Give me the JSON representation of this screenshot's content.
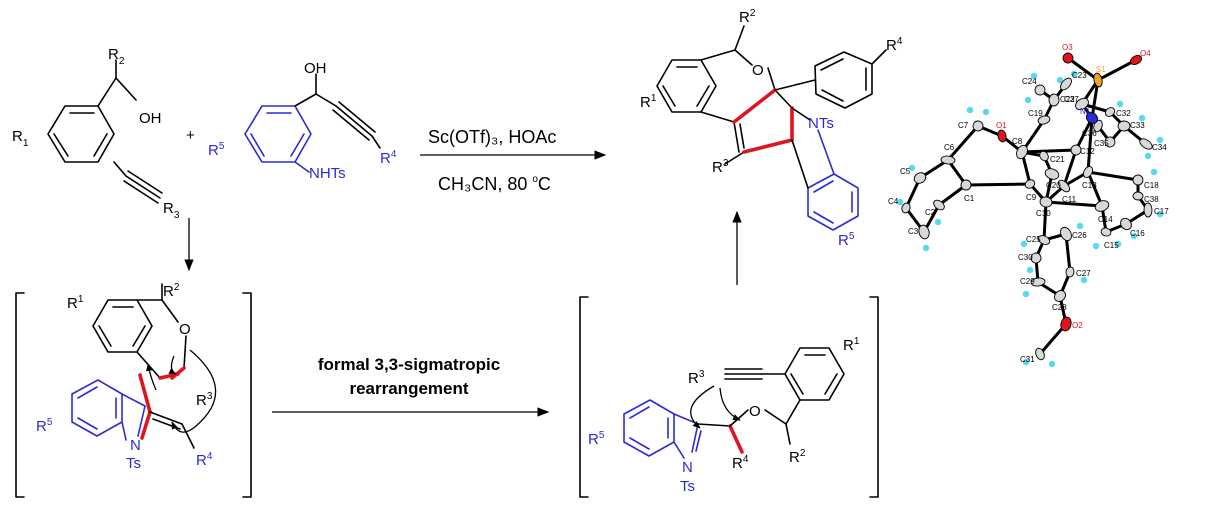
{
  "reagents": {
    "line1": "Sc(OTf)₃, HOAc",
    "line2_prefix": "CH₃CN, 80 ",
    "line2_deg": "o",
    "line2_unit": "C"
  },
  "plus_sign": "+",
  "rearrangement": {
    "line1": "formal 3,3-sigmatropic",
    "line2": "rearrangement"
  },
  "labels": {
    "R": "R",
    "R1_sub": "1",
    "R2_sub": "2",
    "R3_sub": "3",
    "sup1": "1",
    "sup2": "2",
    "sup3": "3",
    "sup4": "4",
    "sup5": "5",
    "OH": "OH",
    "O": "O",
    "NHTs": "NHTs",
    "NTs": "NTs",
    "N": "N",
    "Ts": "Ts"
  },
  "crystal_atoms": [
    {
      "label": "C1"
    },
    {
      "label": "C2"
    },
    {
      "label": "C3"
    },
    {
      "label": "C4"
    },
    {
      "label": "C5"
    },
    {
      "label": "C6"
    },
    {
      "label": "C7"
    },
    {
      "label": "O1"
    },
    {
      "label": "C8"
    },
    {
      "label": "C9"
    },
    {
      "label": "C10"
    },
    {
      "label": "C11"
    },
    {
      "label": "C12"
    },
    {
      "label": "C13"
    },
    {
      "label": "C14"
    },
    {
      "label": "C15"
    },
    {
      "label": "C16"
    },
    {
      "label": "C17"
    },
    {
      "label": "C18"
    },
    {
      "label": "C19"
    },
    {
      "label": "C20"
    },
    {
      "label": "C21"
    },
    {
      "label": "C22"
    },
    {
      "label": "C23"
    },
    {
      "label": "C24"
    },
    {
      "label": "C25"
    },
    {
      "label": "C26"
    },
    {
      "label": "C27"
    },
    {
      "label": "C28"
    },
    {
      "label": "C29"
    },
    {
      "label": "C30"
    },
    {
      "label": "C31"
    },
    {
      "label": "O2"
    },
    {
      "label": "C32"
    },
    {
      "label": "C33"
    },
    {
      "label": "C34"
    },
    {
      "label": "C35"
    },
    {
      "label": "C36"
    },
    {
      "label": "C37"
    },
    {
      "label": "C38"
    },
    {
      "label": "N1"
    },
    {
      "label": "S1"
    },
    {
      "label": "O3"
    },
    {
      "label": "O4"
    }
  ],
  "colors": {
    "black": "#000000",
    "blue": "#2b2bd6",
    "red": "#e0141e",
    "oxygen": "#e0141e",
    "nitrogen": "#2b2bd6",
    "sulfur": "#f0a030",
    "hydrogen": "#5ad8f0"
  }
}
